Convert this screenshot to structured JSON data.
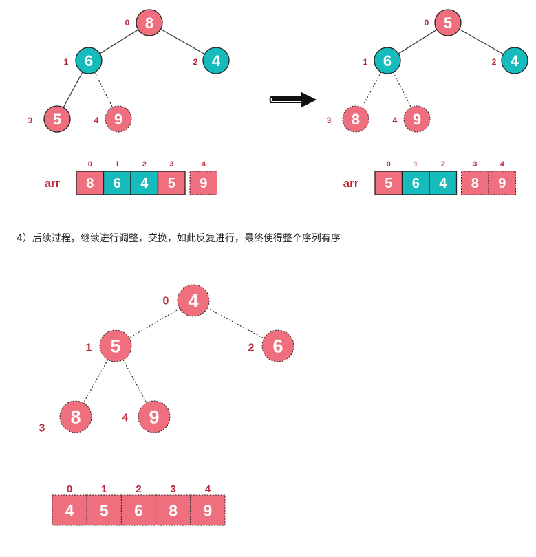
{
  "colors": {
    "pink": "#ef6f7f",
    "teal": "#16bcbc",
    "index_red": "#b8283a",
    "edge": "#222222"
  },
  "caption": "4）后续过程，继续进行调整，交换，如此反复进行，最终使得整个序列有序",
  "panels": [
    {
      "id": "before",
      "arr_label": "arr",
      "nodes": [
        {
          "index": "0",
          "value": "8",
          "color": "pink",
          "style": "solid"
        },
        {
          "index": "1",
          "value": "6",
          "color": "teal",
          "style": "solid"
        },
        {
          "index": "2",
          "value": "4",
          "color": "teal",
          "style": "solid"
        },
        {
          "index": "3",
          "value": "5",
          "color": "pink",
          "style": "solid"
        },
        {
          "index": "4",
          "value": "9",
          "color": "pink",
          "style": "dashed"
        }
      ],
      "edges": [
        {
          "from": 0,
          "to": 1,
          "style": "solid"
        },
        {
          "from": 0,
          "to": 2,
          "style": "solid"
        },
        {
          "from": 1,
          "to": 3,
          "style": "solid"
        },
        {
          "from": 1,
          "to": 4,
          "style": "dotted"
        }
      ],
      "array": [
        {
          "index": "0",
          "value": "8",
          "color": "pink",
          "style": "solid"
        },
        {
          "index": "1",
          "value": "6",
          "color": "teal",
          "style": "solid"
        },
        {
          "index": "2",
          "value": "4",
          "color": "teal",
          "style": "solid"
        },
        {
          "index": "3",
          "value": "5",
          "color": "pink",
          "style": "solid"
        },
        {
          "index": "4",
          "value": "9",
          "color": "pink",
          "style": "dashed"
        }
      ]
    },
    {
      "id": "after",
      "arr_label": "arr",
      "nodes": [
        {
          "index": "0",
          "value": "5",
          "color": "pink",
          "style": "solid"
        },
        {
          "index": "1",
          "value": "6",
          "color": "teal",
          "style": "solid"
        },
        {
          "index": "2",
          "value": "4",
          "color": "teal",
          "style": "solid"
        },
        {
          "index": "3",
          "value": "8",
          "color": "pink",
          "style": "dashed"
        },
        {
          "index": "4",
          "value": "9",
          "color": "pink",
          "style": "dashed"
        }
      ],
      "edges": [
        {
          "from": 0,
          "to": 1,
          "style": "solid"
        },
        {
          "from": 0,
          "to": 2,
          "style": "solid"
        },
        {
          "from": 1,
          "to": 3,
          "style": "dotted"
        },
        {
          "from": 1,
          "to": 4,
          "style": "dotted"
        }
      ],
      "array": [
        {
          "index": "0",
          "value": "5",
          "color": "pink",
          "style": "solid"
        },
        {
          "index": "1",
          "value": "6",
          "color": "teal",
          "style": "solid"
        },
        {
          "index": "2",
          "value": "4",
          "color": "teal",
          "style": "solid"
        },
        {
          "index": "3",
          "value": "8",
          "color": "pink",
          "style": "dashed"
        },
        {
          "index": "4",
          "value": "9",
          "color": "pink",
          "style": "dashed"
        }
      ]
    },
    {
      "id": "final",
      "arr_label": "",
      "nodes": [
        {
          "index": "0",
          "value": "4",
          "color": "pink",
          "style": "dashed"
        },
        {
          "index": "1",
          "value": "5",
          "color": "pink",
          "style": "dashed"
        },
        {
          "index": "2",
          "value": "6",
          "color": "pink",
          "style": "dashed"
        },
        {
          "index": "3",
          "value": "8",
          "color": "pink",
          "style": "dashed"
        },
        {
          "index": "4",
          "value": "9",
          "color": "pink",
          "style": "dashed"
        }
      ],
      "edges": [
        {
          "from": 0,
          "to": 1,
          "style": "dotted"
        },
        {
          "from": 0,
          "to": 2,
          "style": "dotted"
        },
        {
          "from": 1,
          "to": 3,
          "style": "dotted"
        },
        {
          "from": 1,
          "to": 4,
          "style": "dotted"
        }
      ],
      "array": [
        {
          "index": "0",
          "value": "4",
          "color": "pink",
          "style": "dashed"
        },
        {
          "index": "1",
          "value": "5",
          "color": "pink",
          "style": "dashed"
        },
        {
          "index": "2",
          "value": "6",
          "color": "pink",
          "style": "dashed"
        },
        {
          "index": "3",
          "value": "8",
          "color": "pink",
          "style": "dashed"
        },
        {
          "index": "4",
          "value": "9",
          "color": "pink",
          "style": "dashed"
        }
      ]
    }
  ]
}
